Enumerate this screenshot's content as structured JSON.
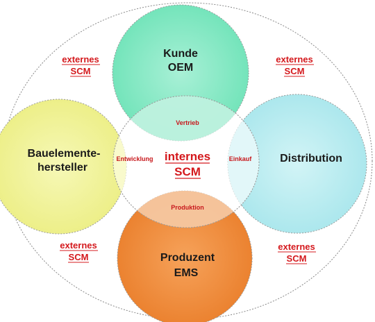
{
  "circles": {
    "top": {
      "line1": "Kunde",
      "line2": "OEM"
    },
    "left": {
      "line1": "Bauelemente-",
      "line2": "hersteller"
    },
    "right": {
      "line1": "Distribution"
    },
    "bottom": {
      "line1": "Produzent",
      "line2": "EMS"
    }
  },
  "overlaps": {
    "top": "Vertrieb",
    "left": "Entwicklung",
    "right": "Einkauf",
    "bottom": "Produktion"
  },
  "center": {
    "line1": "internes",
    "line2": "SCM"
  },
  "corners": {
    "top_left": {
      "line1": "externes",
      "line2": "SCM"
    },
    "top_right": {
      "line1": "externes",
      "line2": "SCM"
    },
    "bottom_left": {
      "line1": "externes",
      "line2": "SCM"
    },
    "bottom_right": {
      "line1": "externes",
      "line2": "SCM"
    }
  },
  "colors": {
    "top": "#7fe8c0",
    "left": "#eef08e",
    "right": "#b8ecf0",
    "bottom": "#ee8a3a",
    "label_red": "#d4181c"
  }
}
